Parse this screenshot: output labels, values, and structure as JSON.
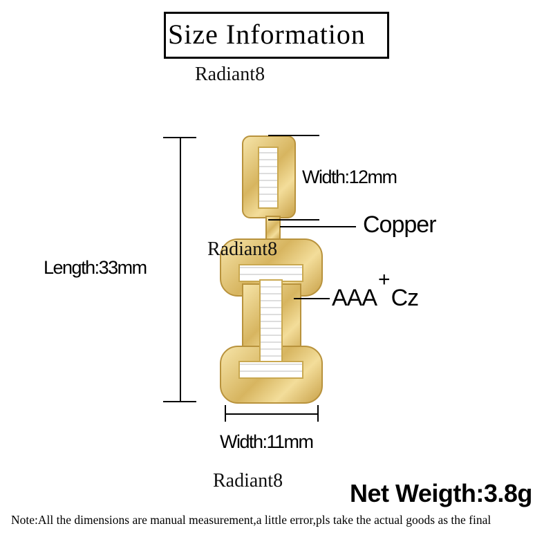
{
  "title": "Size Information",
  "watermark": "Radiant8",
  "labels": {
    "length": "Length:33mm",
    "bail_width": "Width:12mm",
    "material": "Copper",
    "stone": "AAA",
    "stone_plus": "+",
    "stone_suffix": "Cz",
    "width": "Width:11mm",
    "net_weight": "Net Weigth:3.8g"
  },
  "note": "Note:All the dimensions are manual measurement,a little error,pls take the actual goods as the final",
  "colors": {
    "gold": "#d7b560",
    "line": "#000000"
  }
}
